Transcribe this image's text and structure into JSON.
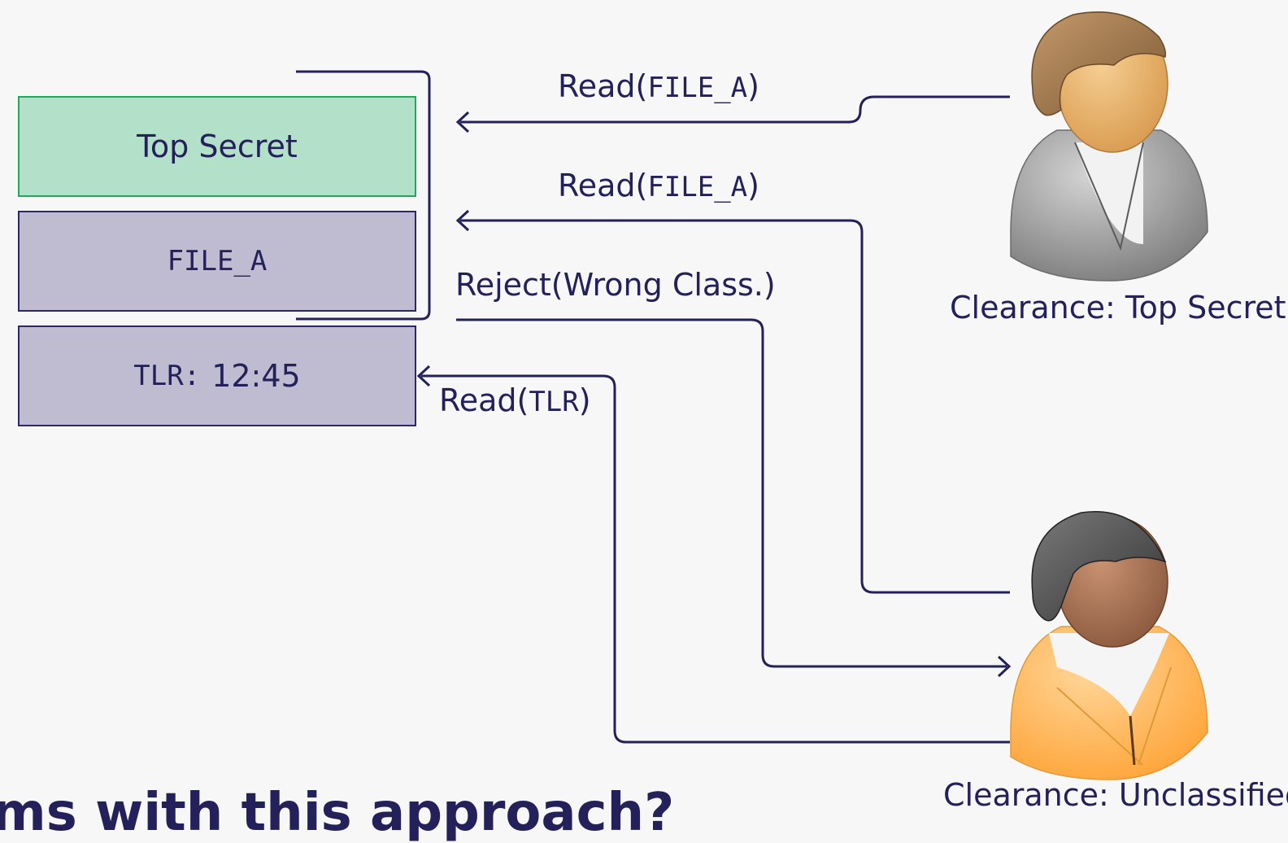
{
  "record": {
    "classification": "Top Secret",
    "file": "FILE_A",
    "tlr_label": "TLR:",
    "tlr_value": "12:45"
  },
  "messages": {
    "read_file_1": {
      "prefix": "Read(",
      "arg": "FILE_A",
      "suffix": ")"
    },
    "read_file_2": {
      "prefix": "Read(",
      "arg": "FILE_A",
      "suffix": ")"
    },
    "reject": "Reject(Wrong Class.)",
    "read_tlr": {
      "prefix": "Read(",
      "arg": "TLR",
      "suffix": ")"
    }
  },
  "users": {
    "top_secret": {
      "caption": "Clearance: Top Secret",
      "shirt": "#9e9e9e",
      "skin": "#e8b36b",
      "hair": "#a37b4d"
    },
    "unclassified": {
      "caption": "Clearance: Unclassified",
      "shirt": "#ffb858",
      "skin": "#a86e4f",
      "hair": "#555555"
    }
  },
  "slide": {
    "bottom_title": "ms with this approach?"
  },
  "colors": {
    "line": "#23205a",
    "green_fill": "#b3e0c8",
    "green_border": "#26a65b",
    "purple_fill": "#bfbcd2",
    "background": "#f7f7f7"
  }
}
